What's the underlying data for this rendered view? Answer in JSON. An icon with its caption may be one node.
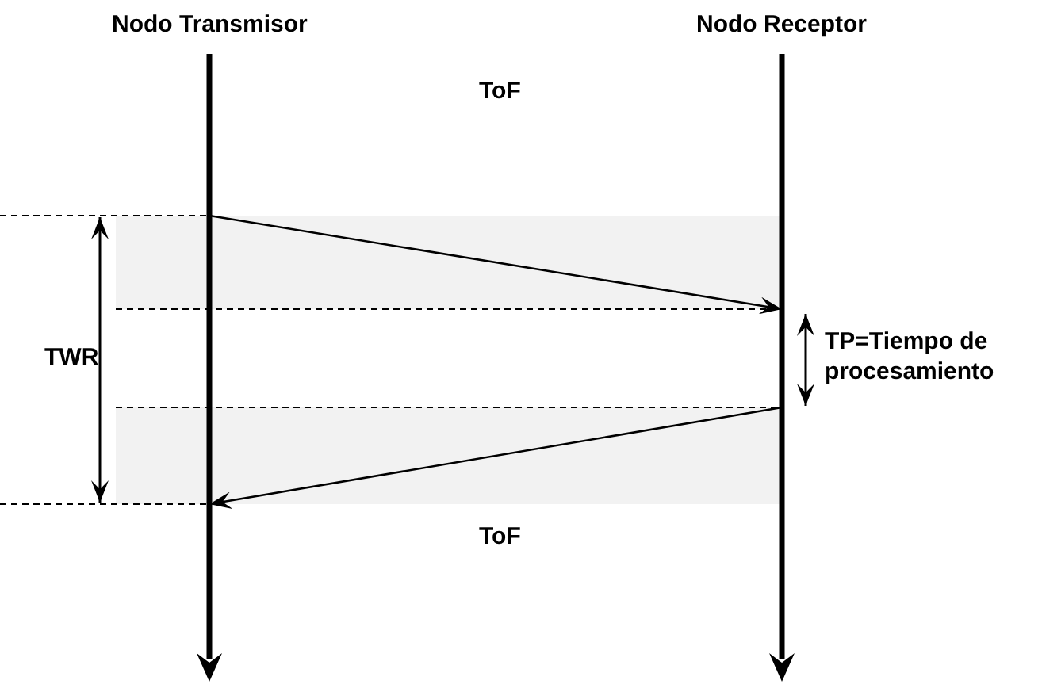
{
  "diagram": {
    "nodes": [
      {
        "text": [
          "Nodo Transmisor"
        ]
      },
      {
        "text": [
          "Nodo Receptor"
        ]
      }
    ],
    "edges": [
      {
        "from": 0,
        "to": 1,
        "arrow": "to"
      },
      {
        "from": 1,
        "to": 0,
        "arrow": "to"
      }
    ],
    "labels": [
      "ToF",
      "TWR",
      "TP=Tiempo de procesamiento",
      "ToF"
    ]
  }
}
